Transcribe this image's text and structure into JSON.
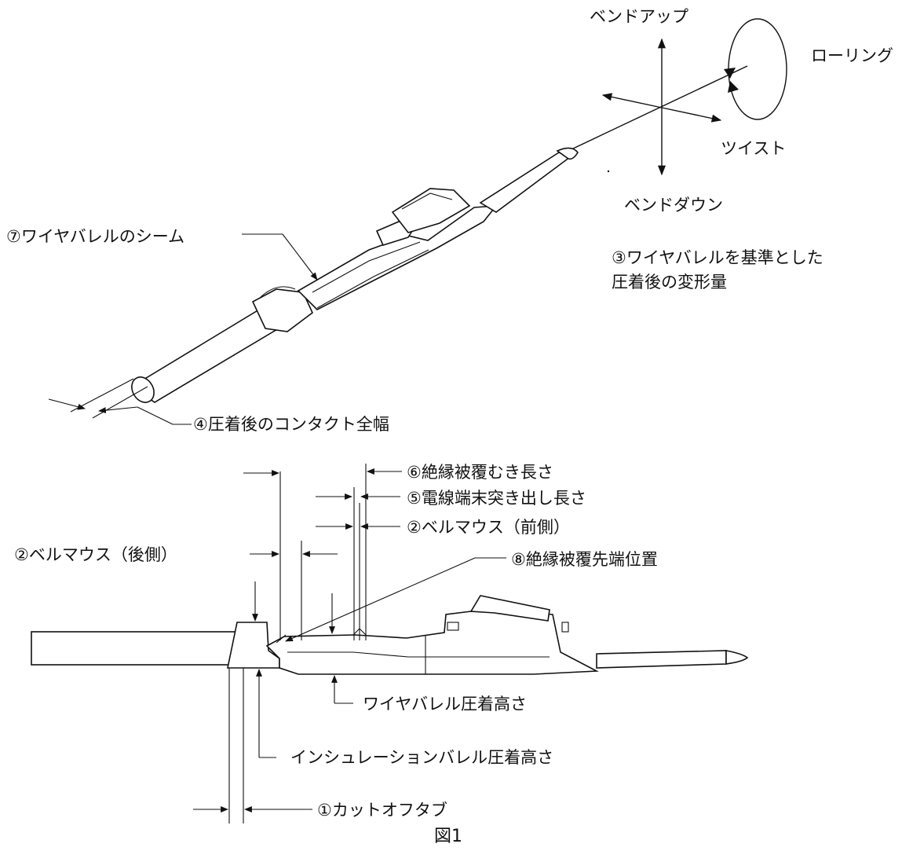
{
  "title": "図1",
  "deformation": {
    "bend_up": "ベンドアップ",
    "bend_down": "ベンドダウン",
    "rolling": "ローリング",
    "twist": "ツイスト",
    "caption_line1": "③ワイヤバレルを基準とした",
    "caption_line2": "圧着後の変形量"
  },
  "top_view": {
    "seam": "⑦ワイヤバレルのシーム",
    "overall_width": "④圧着後のコンタクト全幅"
  },
  "side_view": {
    "strip_length": "⑥絶縁被覆むき長さ",
    "conductor_protrusion": "⑤電線端末突き出し長さ",
    "bellmouth_front": "②ベルマウス（前側）",
    "bellmouth_rear": "②ベルマウス（後側）",
    "insulation_tip": "⑧絶縁被覆先端位置",
    "wire_barrel_height": "ワイヤバレル圧着高さ",
    "insulation_barrel_height": "インシュレーションバレル圧着高さ",
    "cutoff_tab": "①カットオフタブ"
  }
}
